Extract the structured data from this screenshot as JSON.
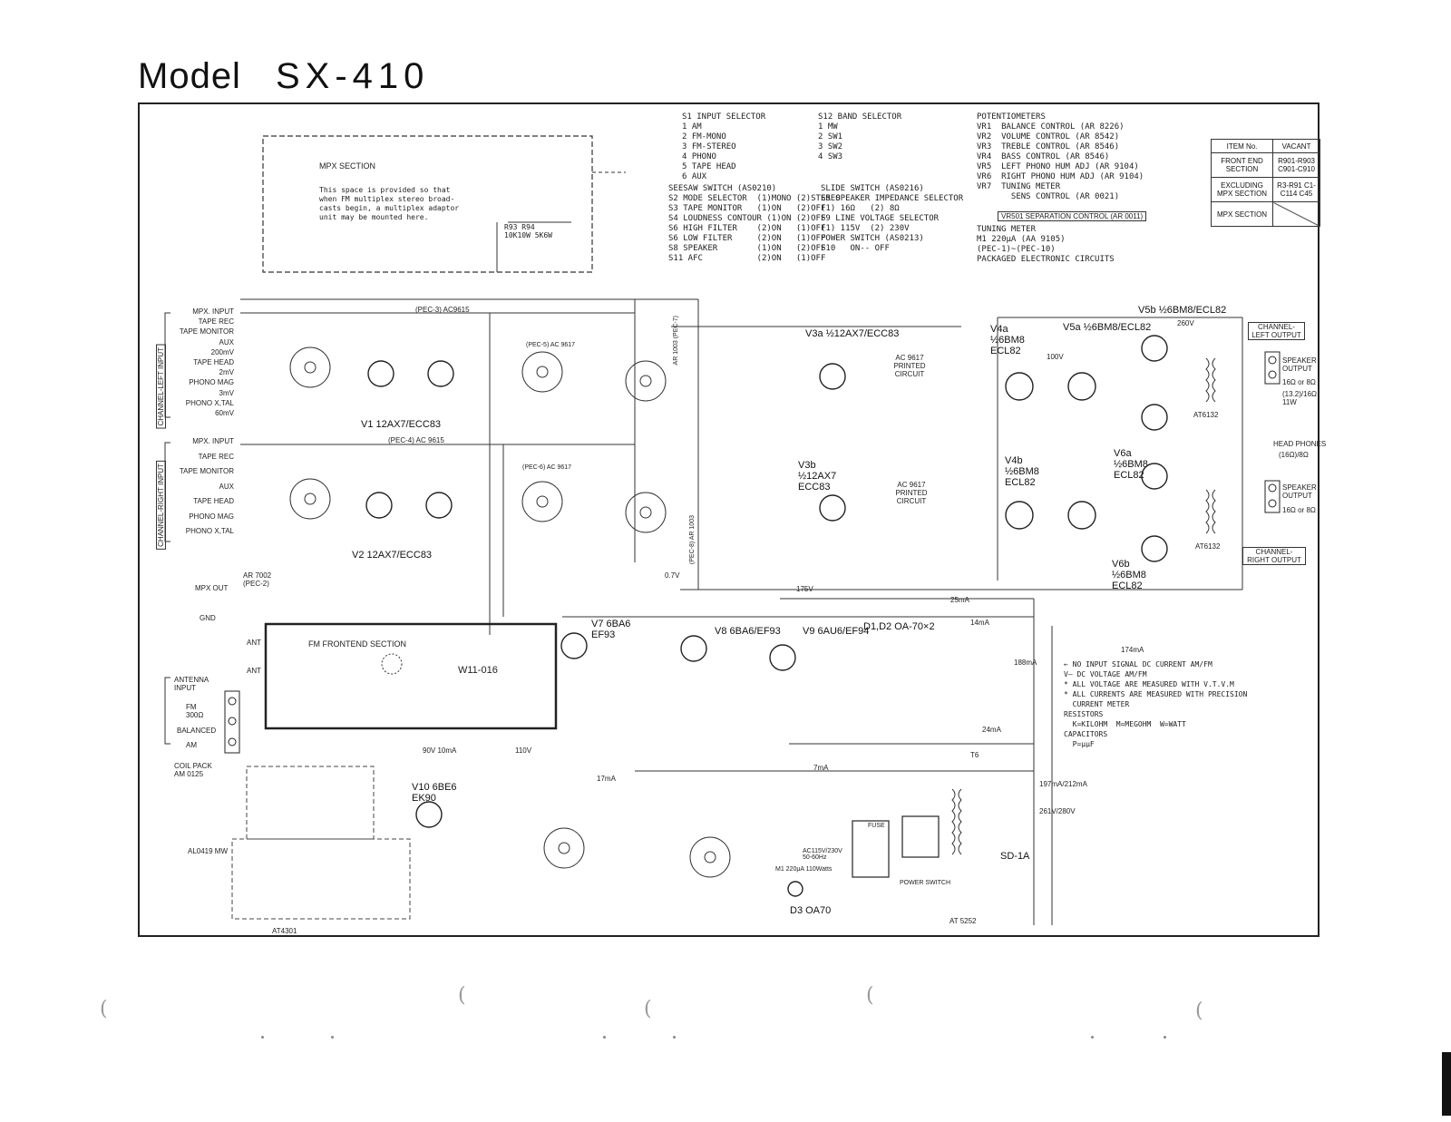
{
  "title": {
    "word": "Model",
    "number": "SX-410"
  },
  "s1_legend": [
    "S1 INPUT SELECTOR",
    "1 AM",
    "2 FM-MONO",
    "3 FM-STEREO",
    "4 PHONO",
    "5 TAPE HEAD",
    "6 AUX"
  ],
  "s12_legend": [
    "S12 BAND SELECTOR",
    "1 MW",
    "2 SW1",
    "3 SW2",
    "4 SW3"
  ],
  "seesaw": [
    "SEESAW SWITCH (AS0210)",
    "S2 MODE SELECTOR  (1)MONO (2)STEREO",
    "S3 TAPE MONITOR   (1)ON   (2)OFF",
    "S4 LOUDNESS CONTOUR (1)ON (2)OFF",
    "S6 HIGH FILTER    (2)ON   (1)OFF",
    "S6 LOW FILTER     (2)ON   (1)OFF",
    "S8 SPEAKER        (1)ON   (2)OFF",
    "S11 AFC           (2)ON   (1)OFF"
  ],
  "slide": [
    "SLIDE SWITCH (AS0216)",
    "S5 SPEAKER IMPEDANCE SELECTOR",
    "(1) 16Ω   (2) 8Ω",
    "S9 LINE VOLTAGE SELECTOR",
    "(1) 115V  (2) 230V",
    "POWER SWITCH (AS0213)",
    "S10   ON-- OFF"
  ],
  "pots": [
    "POTENTIOMETERS",
    "VR1  BALANCE CONTROL (AR 8226)",
    "VR2  VOLUME CONTROL (AR 8542)",
    "VR3  TREBLE CONTROL (AR 8546)",
    "VR4  BASS CONTROL (AR 8546)",
    "VR5  LEFT PHONO HUM ADJ (AR 9104)",
    "VR6  RIGHT PHONO HUM ADJ (AR 9104)",
    "VR7  TUNING METER",
    "       SENS CONTROL (AR 0021)"
  ],
  "vr_sep": "VR501 SEPARATION CONTROL (AR 0011)",
  "meter": [
    "TUNING METER",
    "M1 220μA (AA 9105)",
    "(PEC-1)~(PEC-10)",
    "PACKAGED ELECTRONIC CIRCUITS"
  ],
  "table": {
    "col1": "ITEM No.",
    "col2": "VACANT",
    "rows": [
      {
        "item": "FRONT END SECTION",
        "vacant": "R901-R903 C901-C910"
      },
      {
        "item": "EXCLUDING MPX SECTION",
        "vacant": "R3-R91 C1-C114 C45"
      },
      {
        "item": "MPX SECTION",
        "vacant": ""
      }
    ]
  },
  "mpx_section": {
    "title": "MPX SECTION",
    "note": "This space is provided so that\nwhen FM multiplex stereo broad-\ncasts begin, a multiplex adaptor\nunit may be mounted here."
  },
  "mpx_res": "R93 R94\n10K10W 5K6W",
  "left_inputs": [
    "MPX. INPUT",
    "TAPE REC",
    "TAPE MONITOR",
    "AUX",
    "200mV",
    "TAPE HEAD",
    "2mV",
    "PHONO MAG",
    "3mV",
    "PHONO X,TAL",
    "60mV"
  ],
  "right_inputs": [
    "MPX. INPUT",
    "TAPE REC",
    "TAPE MONITOR",
    "AUX",
    "TAPE HEAD",
    "PHONO MAG",
    "PHONO X,TAL"
  ],
  "channel_left_in": "CHANNEL-LEFT INPUT",
  "channel_right_in": "CHANNEL-RIGHT INPUT",
  "tubes": {
    "v1": "V1 12AX7/ECC83",
    "v2": "V2 12AX7/ECC83",
    "v3a": "V3a ½12AX7/ECC83",
    "v3b": "V3b ½12AX7 ECC83",
    "v4a": "V4a ½6BM8 ECL82",
    "v5a": "V5a ½6BM8/ECL82",
    "v5b": "V5b ½6BM8/ECL82",
    "v4b": "V4b ½6BM8 ECL82",
    "v6a": "V6a ½6BM8 ECL82",
    "v6b": "V6b ½6BM8 ECL82",
    "v7": "V7 6BA6 EF93",
    "v8": "V8 6BA6/EF93",
    "v9": "V9 6AU6/EF94",
    "v10": "V10 6BE6 EK90",
    "diodes": "D1,D2 OA-70×2",
    "d3": "D3 OA70",
    "sd": "SD-1A"
  },
  "pec": [
    "(PEC-3) AC9615",
    "(PEC-4) AC 9615",
    "(PEC-5) AC 9617",
    "(PEC-6) AC 9617",
    "AR 1003 (PEC-7)",
    "(PEC-8) AR 1003",
    "AC 9617 PRINTED CIRCUIT",
    "AC 9617 PRINTED CIRCUIT"
  ],
  "outputs": {
    "left_out": "CHANNEL-LEFT OUTPUT",
    "right_out": "CHANNEL-RIGHT OUTPUT",
    "speaker": "SPEAKER OUTPUT",
    "sp_imp": "16Ω or 8Ω",
    "head": "HEAD PHONES",
    "head_imp": "(16Ω)/8Ω",
    "watt": "(13.2)/16Ω 11W",
    "at": "AT6132"
  },
  "fm_front": {
    "title": "FM FRONTEND SECTION",
    "model": "W11-016",
    "ant": "ANT",
    "antenna": "ANTENNA INPUT",
    "fm": "FM 300Ω",
    "balanced": "BALANCED",
    "am": "AM"
  },
  "misc_left": {
    "mpx_out": "MPX OUT",
    "gnd": "GND",
    "coil": "COIL PACK AM 0125",
    "ar7002": "AR 7002 (PEC-2)",
    "al0419": "AL0419 MW",
    "at4301": "AT4301"
  },
  "notes": [
    "← NO INPUT SIGNAL DC CURRENT AM/FM",
    "V— DC VOLTAGE AM/FM",
    "* ALL VOLTAGE ARE MEASURED WITH V.T.V.M",
    "* ALL CURRENTS ARE MEASURED WITH PRECISION",
    "  CURRENT METER",
    "RESISTORS",
    "  K=KILOHM  M=MEGOHM  W=WATT",
    "CAPACITORS",
    "  P=μμF"
  ],
  "power": {
    "t": "T6",
    "sw": "POWER SWITCH",
    "ac": "AC115V/230V 50-60Hz",
    "m": "M1 220μA 110Watts",
    "at5252": "AT 5252",
    "fuse": "FUSE"
  },
  "currents": [
    "188mA",
    "14mA",
    "174mA",
    "24mA",
    "25mA",
    "7mA",
    "17mA",
    "197mA/212mA",
    "261V/280V",
    "260V",
    "100V",
    "0.7V",
    "175V",
    "110V",
    "90V 10mA"
  ]
}
